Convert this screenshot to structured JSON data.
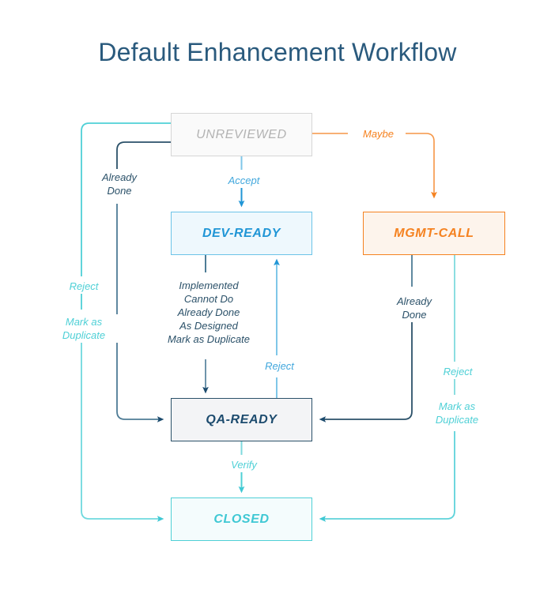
{
  "page": {
    "title": "Default Enhancement Workflow",
    "background": "#ffffff",
    "title_color": "#2a5a7d"
  },
  "nodes": [
    {
      "id": "unreviewed",
      "label": "UNREVIEWED",
      "border": "#d6d6d6",
      "fill": "#fafafa",
      "text": "#b3b3b3"
    },
    {
      "id": "dev_ready",
      "label": "DEV-READY",
      "border": "#6cc4e8",
      "fill": "#eef8fd",
      "text": "#2196d6"
    },
    {
      "id": "mgmt_call",
      "label": "MGMT-CALL",
      "border": "#f58220",
      "fill": "#fdf4ec",
      "text": "#f58220"
    },
    {
      "id": "qa_ready",
      "label": "QA-READY",
      "border": "#2b5169",
      "fill": "#f3f4f6",
      "text": "#1c4b6e"
    },
    {
      "id": "closed",
      "label": "CLOSED",
      "border": "#4fd0d6",
      "fill": "#f4fcfd",
      "text": "#3fc8d4"
    }
  ],
  "edges": [
    {
      "id": "accept",
      "from": "unreviewed",
      "to": "dev_ready",
      "label": "Accept",
      "color": "#43a8dd"
    },
    {
      "id": "maybe",
      "from": "unreviewed",
      "to": "mgmt_call",
      "label": "Maybe",
      "color": "#f58220"
    },
    {
      "id": "unrev_already_done",
      "from": "unreviewed",
      "to": "qa_ready",
      "label": "Already\nDone",
      "color": "#2b5169"
    },
    {
      "id": "unrev_reject",
      "from": "unreviewed",
      "to": "closed",
      "label": "Reject",
      "color": "#4fd0d6"
    },
    {
      "id": "unrev_duplicate",
      "from": "unreviewed",
      "to": "closed",
      "label": "Mark as\nDuplicate",
      "color": "#4fd0d6"
    },
    {
      "id": "dev_to_qa",
      "from": "dev_ready",
      "to": "qa_ready",
      "label": "Implemented\nCannot Do\nAlready Done\nAs Designed\nMark as Duplicate",
      "color": "#2b5169"
    },
    {
      "id": "qa_reject",
      "from": "qa_ready",
      "to": "dev_ready",
      "label": "Reject",
      "color": "#43a8dd"
    },
    {
      "id": "mgmt_already_done",
      "from": "mgmt_call",
      "to": "qa_ready",
      "label": "Already\nDone",
      "color": "#2b5169"
    },
    {
      "id": "mgmt_reject",
      "from": "mgmt_call",
      "to": "closed",
      "label": "Reject",
      "color": "#4fd0d6"
    },
    {
      "id": "mgmt_duplicate",
      "from": "mgmt_call",
      "to": "closed",
      "label": "Mark as\nDuplicate",
      "color": "#4fd0d6"
    },
    {
      "id": "verify",
      "from": "qa_ready",
      "to": "closed",
      "label": "Verify",
      "color": "#4fd0d6"
    }
  ]
}
